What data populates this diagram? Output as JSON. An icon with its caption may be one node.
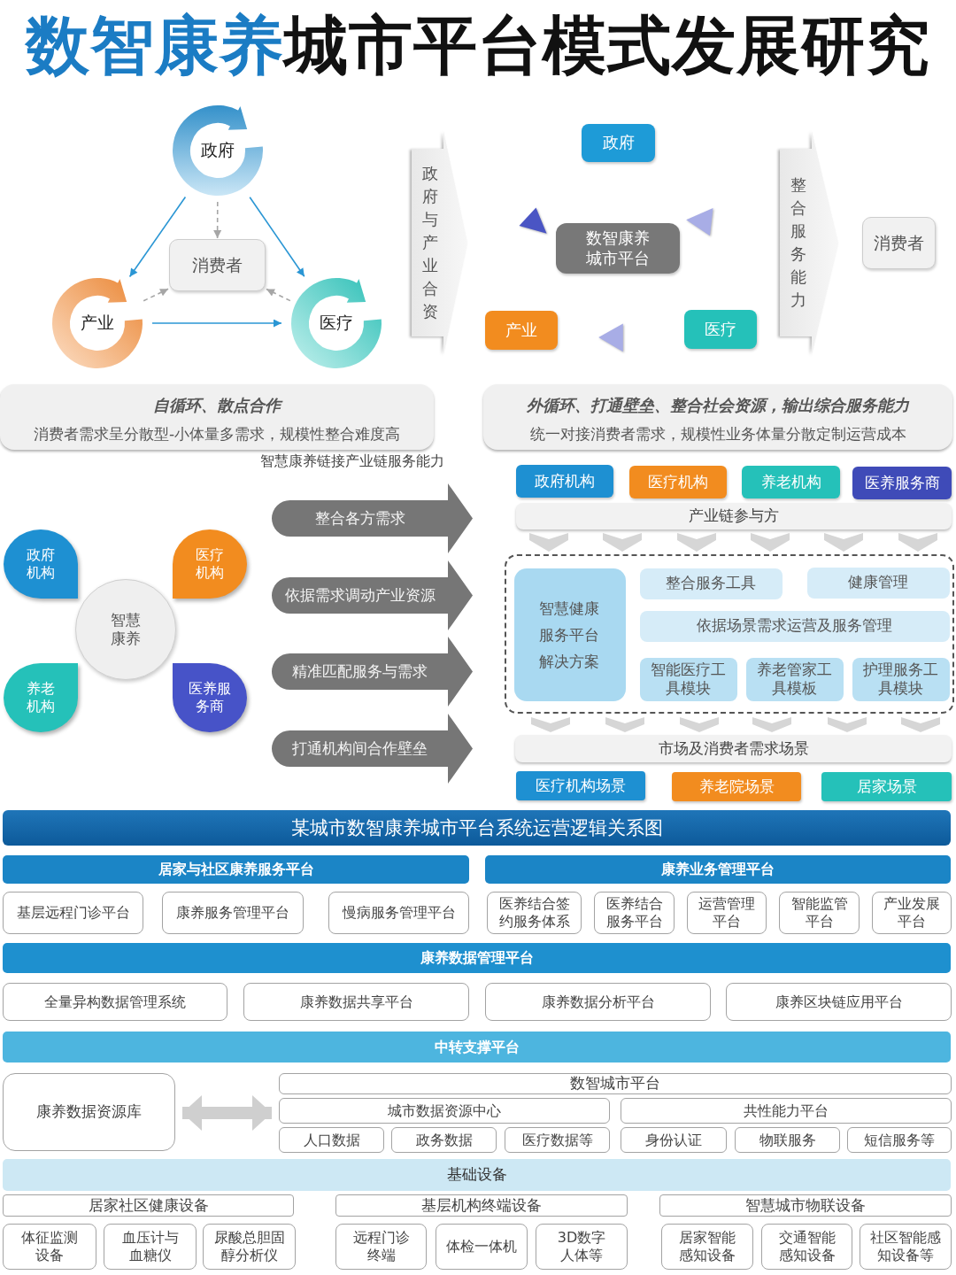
{
  "diagram": {
    "title": "数智康养城市平台模式发展研究",
    "nodes": [
      {
        "text": [
          "政府"
        ]
      },
      {
        "text": [
          "消费者"
        ]
      },
      {
        "text": [
          "产业"
        ]
      },
      {
        "text": [
          "医疗"
        ]
      },
      {
        "text": [
          "政府与产业合资"
        ]
      },
      {
        "text": [
          "政府"
        ]
      },
      {
        "text": [
          "数智康养城市平台"
        ]
      },
      {
        "text": [
          "产业"
        ]
      },
      {
        "text": [
          "医疗"
        ]
      },
      {
        "text": [
          "整合服务能力"
        ]
      },
      {
        "text": [
          "消费者"
        ]
      },
      {
        "text": [
          "自循环、散点合作",
          "消费者需求呈分散型-小体量多需求，规模性整合难度高"
        ]
      },
      {
        "text": [
          "外循环、打通壁垒、整合社会资源，输出综合服务能力",
          "统一对接消费者需求，规模性业务体量分散定制运营成本"
        ]
      },
      {
        "text": [
          "智慧康养"
        ]
      },
      {
        "text": [
          "政府机构"
        ]
      },
      {
        "text": [
          "医疗机构"
        ]
      },
      {
        "text": [
          "养老机构"
        ]
      },
      {
        "text": [
          "医养服务商"
        ]
      },
      {
        "text": [
          "整合各方需求"
        ]
      },
      {
        "text": [
          "依据需求调动产业资源"
        ]
      },
      {
        "text": [
          "精准匹配服务与需求"
        ]
      },
      {
        "text": [
          "打通机构间合作壁垒"
        ]
      },
      {
        "text": [
          "政府机构"
        ]
      },
      {
        "text": [
          "医疗机构"
        ]
      },
      {
        "text": [
          "养老机构"
        ]
      },
      {
        "text": [
          "医养服务商"
        ]
      },
      {
        "text": [
          "产业链参与方"
        ]
      },
      {
        "text": [],
        "shape": "box"
      },
      {
        "text": [
          "智慧健康服务平台解决方案"
        ],
        "in": 27
      },
      {
        "text": [
          "整合服务工具"
        ],
        "in": 27
      },
      {
        "text": [
          "健康管理"
        ],
        "in": 27
      },
      {
        "text": [
          "依据场景需求运营及服务管理"
        ],
        "in": 27
      },
      {
        "text": [
          "智能医疗工具模块"
        ],
        "in": 27
      },
      {
        "text": [
          "养老管家工具模板"
        ],
        "in": 27
      },
      {
        "text": [
          "护理服务工具模块"
        ],
        "in": 27
      },
      {
        "text": [
          "市场及消费者需求场景"
        ]
      },
      {
        "text": [
          "医疗机构场景"
        ]
      },
      {
        "text": [
          "养老院场景"
        ]
      },
      {
        "text": [
          "居家场景"
        ]
      },
      {
        "text": [
          "某城市数智康养城市平台系统运营逻辑关系图"
        ]
      },
      {
        "text": [
          "居家与社区康养服务平台"
        ]
      },
      {
        "text": [
          "康养业务管理平台"
        ]
      },
      {
        "text": [
          "基层远程门诊平台"
        ]
      },
      {
        "text": [
          "康养服务管理平台"
        ]
      },
      {
        "text": [
          "慢病服务管理平台"
        ]
      },
      {
        "text": [
          "医养结合签约服务体系"
        ]
      },
      {
        "text": [
          "医养结合服务平台"
        ]
      },
      {
        "text": [
          "运营管理平台"
        ]
      },
      {
        "text": [
          "智能监管平台"
        ]
      },
      {
        "text": [
          "产业发展平台"
        ]
      },
      {
        "text": [
          "康养数据管理平台"
        ]
      },
      {
        "text": [
          "全量异构数据管理系统"
        ]
      },
      {
        "text": [
          "康养数据共享平台"
        ]
      },
      {
        "text": [
          "康养数据分析平台"
        ]
      },
      {
        "text": [
          "康养区块链应用平台"
        ]
      },
      {
        "text": [
          "中转支撑平台"
        ]
      },
      {
        "text": [
          "康养数据资源库"
        ]
      },
      {
        "text": [
          "数智城市平台"
        ]
      },
      {
        "text": [
          "城市数据资源中心"
        ]
      },
      {
        "text": [
          "共性能力平台"
        ]
      },
      {
        "text": [
          "人口数据"
        ]
      },
      {
        "text": [
          "政务数据"
        ]
      },
      {
        "text": [
          "医疗数据等"
        ]
      },
      {
        "text": [
          "身份认证"
        ]
      },
      {
        "text": [
          "物联服务"
        ]
      },
      {
        "text": [
          "短信服务等"
        ]
      },
      {
        "text": [
          "基础设备"
        ]
      },
      {
        "text": [
          "居家社区健康设备"
        ]
      },
      {
        "text": [
          "基层机构终端设备"
        ]
      },
      {
        "text": [
          "智慧城市物联设备"
        ]
      },
      {
        "text": [
          "体征监测设备"
        ]
      },
      {
        "text": [
          "血压计与血糖仪"
        ]
      },
      {
        "text": [
          "尿酸总胆固醇分析仪"
        ]
      },
      {
        "text": [
          "远程门诊终端"
        ]
      },
      {
        "text": [
          "体检一体机"
        ]
      },
      {
        "text": [
          "3D数字人体等"
        ]
      },
      {
        "text": [
          "居家智能感知设备"
        ]
      },
      {
        "text": [
          "交通智能感知设备"
        ]
      },
      {
        "text": [
          "社区智能感知设备等"
        ]
      }
    ],
    "edges": [
      {
        "from": 0,
        "to": 2,
        "arrow": "to",
        "color": "#2a96d4"
      },
      {
        "from": 0,
        "to": 3,
        "arrow": "to",
        "color": "#2a96d4"
      },
      {
        "from": 2,
        "to": 3,
        "arrow": "to",
        "color": "#2a96d4"
      },
      {
        "from": 0,
        "to": 1,
        "arrow": "to",
        "style": "dashed",
        "color": "#a6a6a6"
      },
      {
        "from": 2,
        "to": 1,
        "arrow": "to",
        "style": "dashed",
        "color": "#a6a6a6"
      },
      {
        "from": 3,
        "to": 1,
        "arrow": "to",
        "style": "dashed",
        "color": "#a6a6a6"
      },
      {
        "from": 26,
        "to": 27,
        "arrow": "to"
      },
      {
        "from": 26,
        "to": 27,
        "arrow": "to"
      },
      {
        "from": 26,
        "to": 27,
        "arrow": "to"
      },
      {
        "from": 26,
        "to": 27,
        "arrow": "to"
      },
      {
        "from": 26,
        "to": 27,
        "arrow": "to"
      },
      {
        "from": 26,
        "to": 27,
        "arrow": "to"
      },
      {
        "from": 27,
        "to": 35,
        "arrow": "to"
      },
      {
        "from": 27,
        "to": 35,
        "arrow": "to"
      },
      {
        "from": 27,
        "to": 35,
        "arrow": "to"
      },
      {
        "from": 27,
        "to": 35,
        "arrow": "to"
      },
      {
        "from": 27,
        "to": 35,
        "arrow": "to"
      },
      {
        "from": 27,
        "to": 35,
        "arrow": "to"
      },
      {
        "from": 56,
        "to": 58,
        "arrow": "both",
        "style": "thick",
        "color": "#cfcfcf"
      }
    ],
    "labels": [
      "智慧康养链接产业链服务能力"
    ]
  }
}
